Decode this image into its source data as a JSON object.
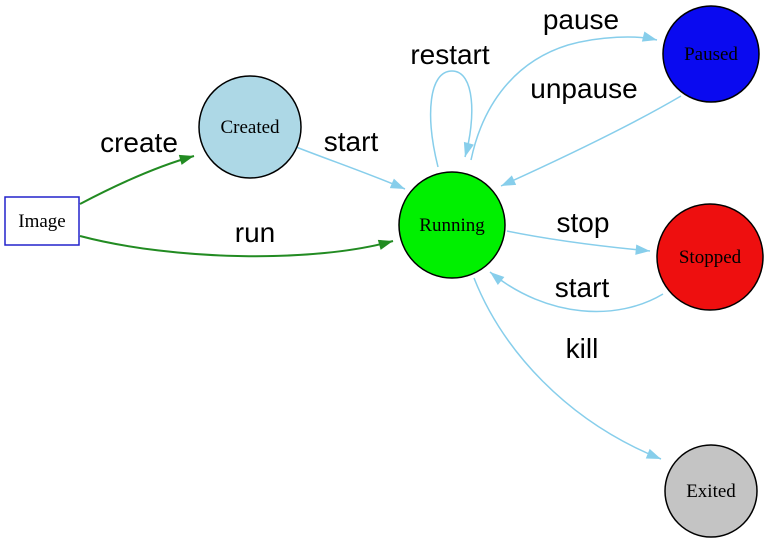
{
  "diagram": {
    "kind": "state-transition-diagram",
    "background": "#ffffff"
  },
  "colors": {
    "edge_blue": "#87ceeb",
    "edge_green": "#228b22",
    "node_border": "#000000",
    "image_box_border": "#2222cc",
    "image_box_fill": "#ffffff",
    "label_text": "#000000"
  },
  "nodes": {
    "image": {
      "label": "Image",
      "fill": "#ffffff"
    },
    "created": {
      "label": "Created",
      "fill": "#add8e6"
    },
    "running": {
      "label": "Running",
      "fill": "#00f000"
    },
    "paused": {
      "label": "Paused",
      "fill": "#0a0af0"
    },
    "stopped": {
      "label": "Stopped",
      "fill": "#ee0f0f"
    },
    "exited": {
      "label": "Exited",
      "fill": "#c4c4c4"
    }
  },
  "edges": {
    "create": {
      "label": "create",
      "from": "Image",
      "to": "Created"
    },
    "run": {
      "label": "run",
      "from": "Image",
      "to": "Running"
    },
    "start_created_running": {
      "label": "start",
      "from": "Created",
      "to": "Running"
    },
    "restart": {
      "label": "restart",
      "from": "Running",
      "to": "Running"
    },
    "pause": {
      "label": "pause",
      "from": "Running",
      "to": "Paused"
    },
    "unpause": {
      "label": "unpause",
      "from": "Paused",
      "to": "Running"
    },
    "stop": {
      "label": "stop",
      "from": "Running",
      "to": "Stopped"
    },
    "start_stopped_running": {
      "label": "start",
      "from": "Stopped",
      "to": "Running"
    },
    "kill": {
      "label": "kill",
      "from": "Running",
      "to": "Exited"
    }
  }
}
